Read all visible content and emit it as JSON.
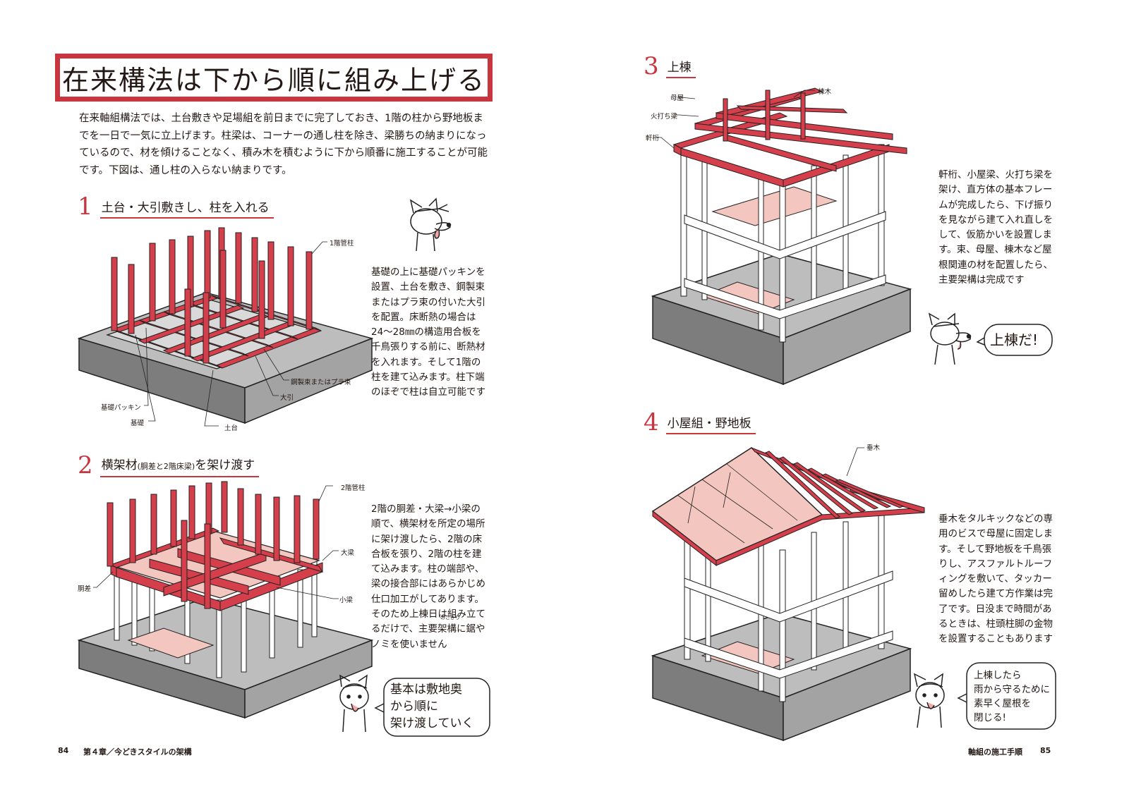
{
  "title": "在来構法は下から順に組み上げる",
  "intro": "在来軸組構法では、土台敷きや足場組を前日までに完了しておき、1階の柱から野地板までを一日で一気に立上げます。柱梁は、コーナーの通し柱を除き、梁勝ちの納まりになっているので、材を傾けることなく、積み木を積むように下から順番に施工することが可能です。下図は、通し柱の入らない納まりです。",
  "sections": [
    {
      "num": "1",
      "title": "土台・大引敷きし、柱を入れる",
      "body": "基礎の上に基礎パッキンを設置、土台を敷き、鋼製束またはプラ束の付いた大引を配置。床断熱の場合は24〜28㎜の構造用合板を千鳥張りする前に、断熱材を入れます。そして1階の柱を建て込みます。柱下端のほぞで柱は自立可能です",
      "labels": [
        "1階管柱",
        "鋼製束またはプラ束",
        "大引",
        "基礎パッキン",
        "基礎",
        "土台"
      ]
    },
    {
      "num": "2",
      "title": "横架材",
      "title_small": "(胴差と2階床梁)",
      "title_end": "を架け渡す",
      "body": "2階の胴差・大梁→小梁の順で、横架材を所定の場所に架け渡したら、2階の床合板を張り、2階の柱を建て込みます。柱の端部や、梁の接合部にはあらかじめ仕口加工がしてあります。そのため上棟日は組み立てるだけで、主要架構に鋸やノミを使いません",
      "ruby": "のこぎり",
      "labels": [
        "2階管柱",
        "大梁",
        "胴差",
        "小梁"
      ],
      "bubble": "基本は敷地奥\nから順に\n架け渡していく"
    },
    {
      "num": "3",
      "title": "上棟",
      "body": "軒桁、小屋梁、火打ち梁を架け、直方体の基本フレームが完成したら、下げ振りを見ながら建て入れ直しをして、仮筋かいを設置します。束、母屋、棟木など屋根関連の材を配置したら、主要架構は完成です",
      "labels": [
        "棟木",
        "母屋",
        "火打ち梁",
        "軒桁"
      ],
      "bubble": "上棟だ!"
    },
    {
      "num": "4",
      "title": "小屋組・野地板",
      "body": "垂木をタルキックなどの専用のビスで母屋に固定します。そして野地板を千鳥張りし、アスファルトルーフィングを敷いて、タッカー留めしたら建て方作業は完了です。日没まで時間があるときは、柱頭柱脚の金物を設置することもあります",
      "labels": [
        "垂木"
      ],
      "bubble": "上棟したら\n雨から守るために\n素早く屋根を\n閉じる!"
    }
  ],
  "footer": {
    "left_page": "84",
    "left_title": "第４章／今どきスタイルの架構",
    "right_title": "軸組の施工手順",
    "right_page": "85"
  },
  "colors": {
    "accent": "#c8353f",
    "timber_red": "#d43f4b",
    "floor_pink": "#f4c6c0",
    "concrete": "#8c8c8c"
  }
}
